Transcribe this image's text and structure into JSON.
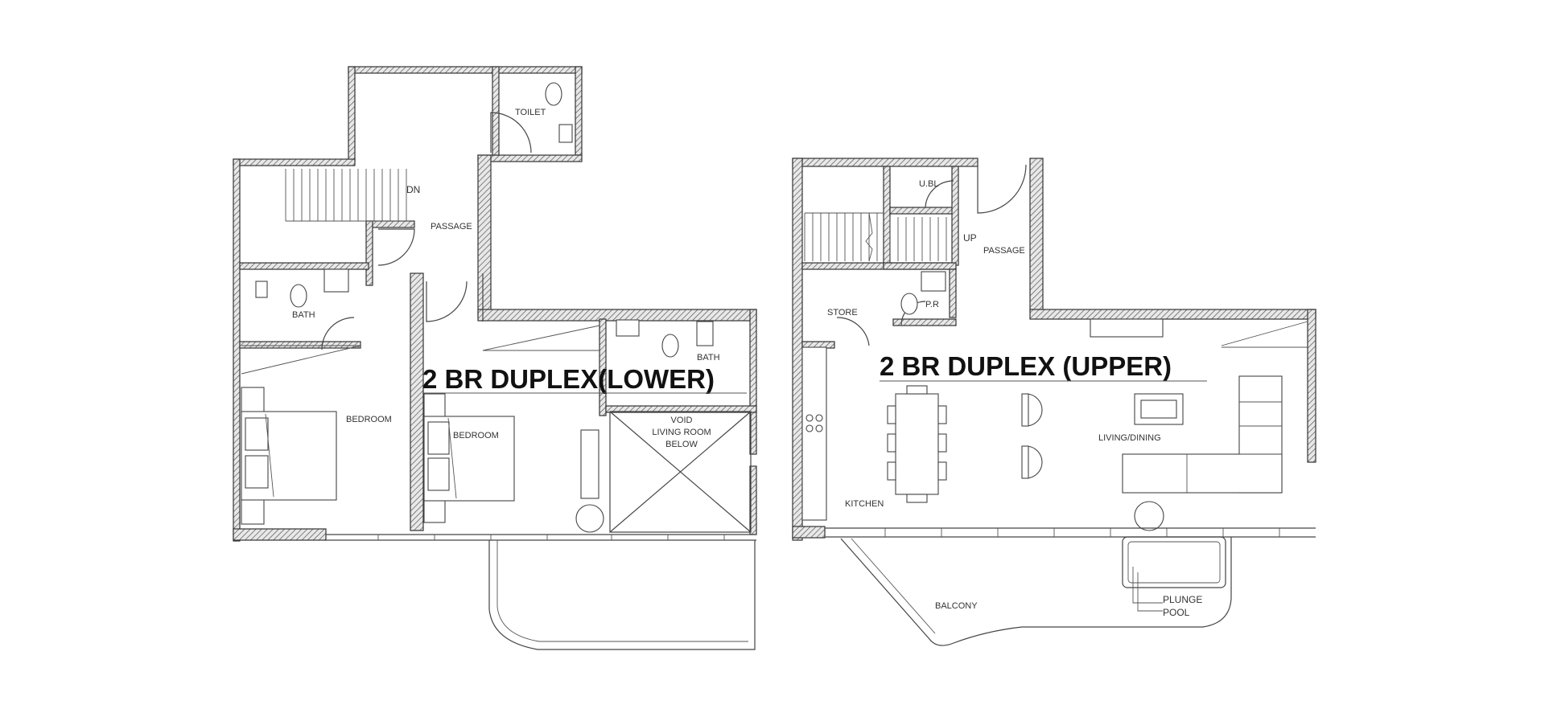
{
  "plans": [
    {
      "title": "2 BR DUPLEX(LOWER)",
      "labels": {
        "toilet": "TOILET",
        "dn": "DN",
        "passage": "PASSAGE",
        "bath_left": "BATH",
        "bath_right": "BATH",
        "bedroom_left": "BEDROOM",
        "bedroom_mid": "BEDROOM",
        "void_1": "VOID",
        "void_2": "LIVING ROOM",
        "void_3": "BELOW"
      }
    },
    {
      "title": "2 BR DUPLEX (UPPER)",
      "labels": {
        "ubl": "U.BL",
        "up": "UP",
        "passage": "PASSAGE",
        "store": "STORE",
        "pr": "P.R",
        "living": "LIVING/DINING",
        "kitchen": "KITCHEN",
        "balcony": "BALCONY",
        "plunge": "PLUNGE",
        "pool": "POOL"
      }
    }
  ]
}
